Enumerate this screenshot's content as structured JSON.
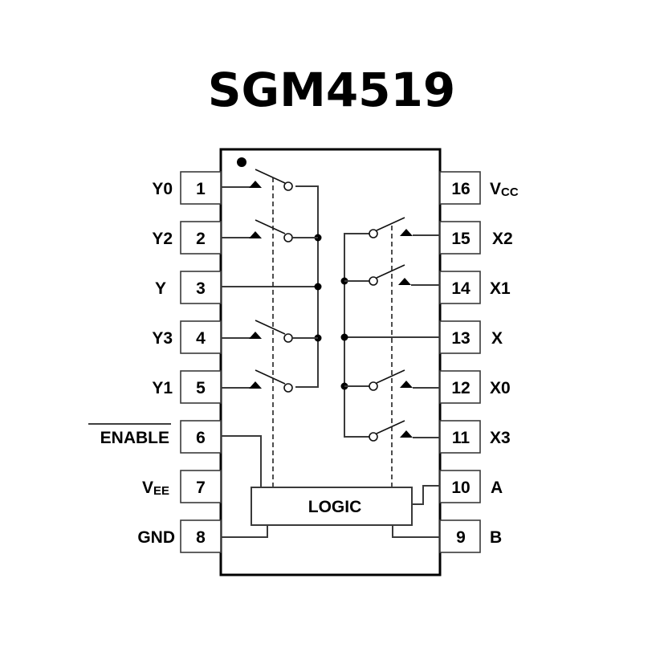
{
  "title": "SGM4519",
  "logic_block": {
    "label": "LOGIC"
  },
  "pins_left": [
    {
      "number": "1",
      "name": "Y0"
    },
    {
      "number": "2",
      "name": "Y2"
    },
    {
      "number": "3",
      "name": "Y"
    },
    {
      "number": "4",
      "name": "Y3"
    },
    {
      "number": "5",
      "name": "Y1"
    },
    {
      "number": "6",
      "name": "ENABLE",
      "overbar": true
    },
    {
      "number": "7",
      "name_main": "V",
      "name_sub": "EE"
    },
    {
      "number": "8",
      "name": "GND"
    }
  ],
  "pins_right": [
    {
      "number": "16",
      "name_main": "V",
      "name_sub": "CC"
    },
    {
      "number": "15",
      "name": "X2"
    },
    {
      "number": "14",
      "name": "X1"
    },
    {
      "number": "13",
      "name": "X"
    },
    {
      "number": "12",
      "name": "X0"
    },
    {
      "number": "11",
      "name": "X3"
    },
    {
      "number": "10",
      "name": "A"
    },
    {
      "number": "9",
      "name": "B"
    }
  ]
}
